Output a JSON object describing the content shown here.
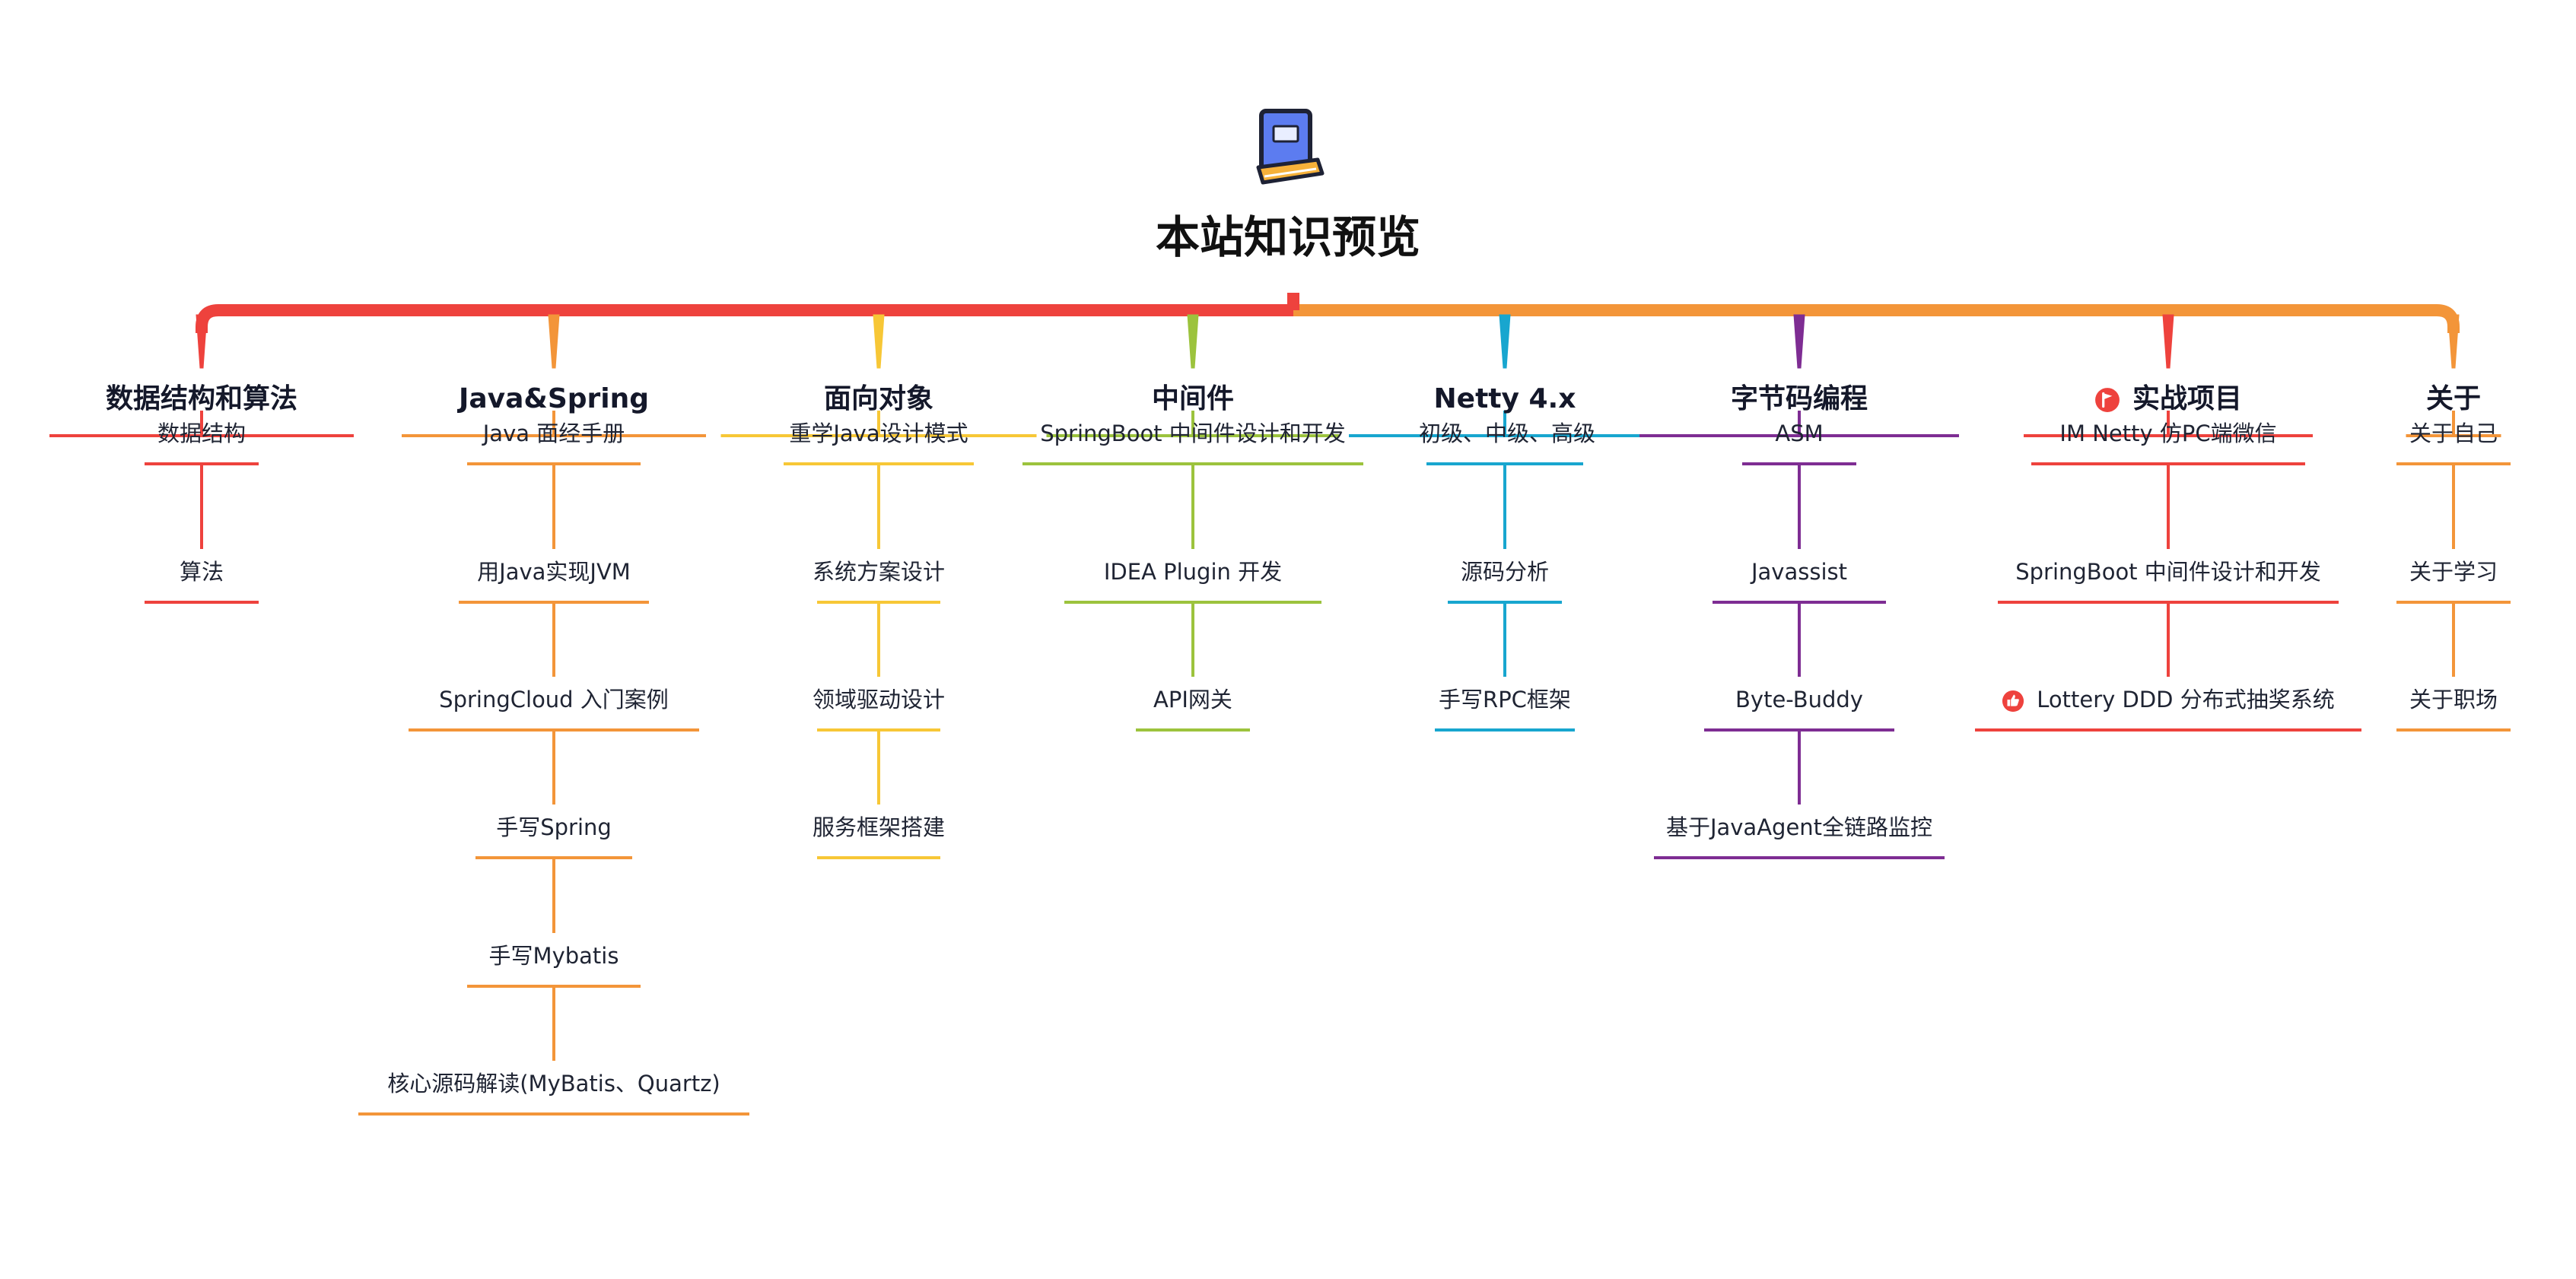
{
  "title": "本站知识预览",
  "icons": {
    "root": "book-icon",
    "flag": "flag-icon",
    "thumb": "thumbs-up-icon"
  },
  "trunk": {
    "left_color": "#ee423d",
    "right_color": "#f39539"
  },
  "categories": [
    {
      "title": "数据结构和算法",
      "color": "#ee423d",
      "items": [
        {
          "label": "数据结构"
        },
        {
          "label": "算法"
        }
      ]
    },
    {
      "title": "Java&Spring",
      "color": "#f39539",
      "items": [
        {
          "label": "Java 面经手册"
        },
        {
          "label": "用Java实现JVM"
        },
        {
          "label": "SpringCloud 入门案例"
        },
        {
          "label": "手写Spring"
        },
        {
          "label": "手写Mybatis"
        },
        {
          "label": "核心源码解读(MyBatis、Quartz)"
        }
      ]
    },
    {
      "title": "面向对象",
      "color": "#f7c736",
      "items": [
        {
          "label": "重学Java设计模式"
        },
        {
          "label": "系统方案设计"
        },
        {
          "label": "领域驱动设计"
        },
        {
          "label": "服务框架搭建"
        }
      ]
    },
    {
      "title": "中间件",
      "color": "#9cc33d",
      "items": [
        {
          "label": "SpringBoot 中间件设计和开发"
        },
        {
          "label": "IDEA Plugin 开发"
        },
        {
          "label": "API网关"
        }
      ]
    },
    {
      "title": "Netty 4.x",
      "color": "#18a6cf",
      "items": [
        {
          "label": "初级、中级、高级"
        },
        {
          "label": "源码分析"
        },
        {
          "label": "手写RPC框架"
        }
      ]
    },
    {
      "title": "字节码编程",
      "color": "#7e2d93",
      "items": [
        {
          "label": "ASM"
        },
        {
          "label": "Javassist"
        },
        {
          "label": "Byte-Buddy"
        },
        {
          "label": "基于JavaAgent全链路监控"
        }
      ]
    },
    {
      "title": "实战项目",
      "color": "#ee423d",
      "icon": "flag-icon",
      "items": [
        {
          "label": "IM Netty 仿PC端微信"
        },
        {
          "label": "SpringBoot 中间件设计和开发"
        },
        {
          "label": "Lottery DDD 分布式抽奖系统",
          "icon": "thumbs-up-icon"
        }
      ]
    },
    {
      "title": "关于",
      "color": "#f39539",
      "items": [
        {
          "label": "关于自己"
        },
        {
          "label": "关于学习"
        },
        {
          "label": "关于职场"
        }
      ]
    }
  ]
}
